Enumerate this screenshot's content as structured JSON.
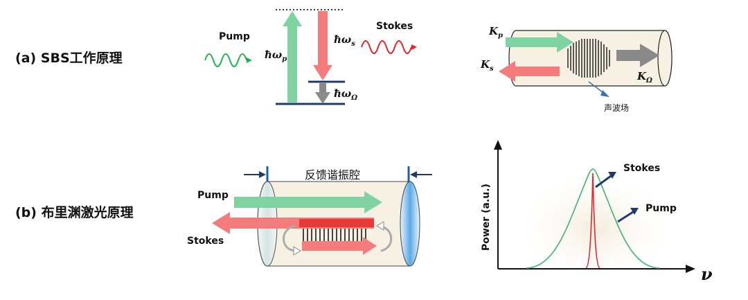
{
  "panel_a": {
    "label": "(a)  SBS工作原理",
    "energy": {
      "pump": "Pump",
      "stokes": "Stokes",
      "hw_p": "ħω",
      "hw_p_sub": "p",
      "hw_s": "ħω",
      "hw_s_sub": "s",
      "hw_omega": "ħω",
      "hw_omega_sub": "Ω"
    },
    "fiber": {
      "kp": "K",
      "kp_sub": "p",
      "ks": "K",
      "ks_sub": "s",
      "komega": "K",
      "komega_sub": "Ω",
      "acoustic": "声波场"
    }
  },
  "panel_b": {
    "label": "(b)  布里渊激光原理",
    "cavity": {
      "title": "反馈谐振腔",
      "pump": "Pump",
      "stokes": "Stokes"
    },
    "spectrum": {
      "ylabel": "Power (a.u.)",
      "xlabel": "ν",
      "stokes": "Stokes",
      "pump": "Pump"
    }
  },
  "colors": {
    "pump_green": "#7fd3a0",
    "stokes_red": "#f47c7c",
    "acoustic_gray": "#8a8a8a",
    "level_navy": "#1f3a6b",
    "cavity_fill": "#f6f1e2",
    "mirror_blue": "#5aa9e6"
  }
}
